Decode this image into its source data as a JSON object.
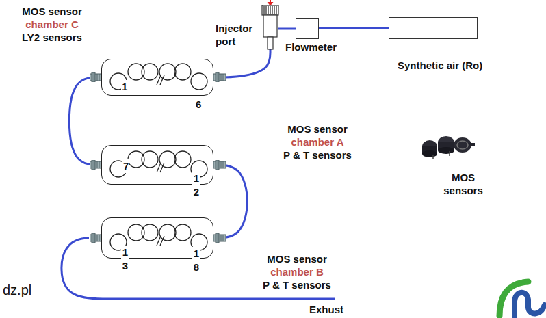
{
  "diagram": {
    "nodes": [
      {
        "text": [
          "Synthetic air (Ro)"
        ]
      },
      {
        "text": [
          "Flowmeter"
        ]
      },
      {
        "text": [
          "Injector port"
        ]
      },
      {
        "text": [
          "MOS sensor",
          "chamber C",
          "LY2 sensors",
          "1",
          "6"
        ]
      },
      {
        "text": [
          "MOS sensor",
          "chamber A",
          "P & T sensors",
          "7",
          "1 2"
        ]
      },
      {
        "text": [
          "MOS sensor",
          "chamber B",
          "P & T sensors",
          "1 3",
          "1 8"
        ]
      }
    ],
    "edges": [
      {
        "from": 0,
        "to": 1,
        "arrow": "none"
      },
      {
        "from": 1,
        "to": 2,
        "arrow": "none"
      },
      {
        "from": 2,
        "to": 3,
        "arrow": "none"
      },
      {
        "from": 3,
        "to": 4,
        "arrow": "none"
      },
      {
        "from": 4,
        "to": 5,
        "arrow": "none"
      }
    ],
    "labels": [
      "MOS sensors",
      "Exhust",
      "dz.pl"
    ]
  }
}
